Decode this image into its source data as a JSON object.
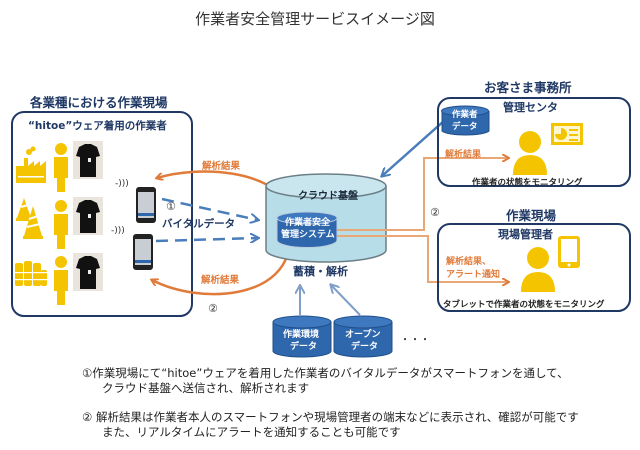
{
  "title": "作業者安全管理サービスイメージ図",
  "left_site": {
    "heading": "各業種における作業現場",
    "box_label": "“hitoe”ウェア着用の作業者",
    "rows": [
      {
        "industry_icon": "factory-icon",
        "worker_icon": "person-icon",
        "photo": "shirt-photo"
      },
      {
        "industry_icon": "traffic-cone-icon",
        "worker_icon": "person-icon",
        "photo": "shirt-photo"
      },
      {
        "industry_icon": "storage-tanks-icon",
        "worker_icon": "person-icon",
        "photo": "shirt-photo"
      }
    ],
    "signal_glyph": "-)))"
  },
  "flow": {
    "result_top": "解析結果",
    "result_bottom": "解析結果",
    "step1": "①",
    "vital_data": "バイタルデータ",
    "step2_left": "②",
    "step2_right": "②"
  },
  "cloud": {
    "label": "クラウド基盤",
    "system_label_line1": "作業者安全",
    "system_label_line2": "管理システム",
    "caption": "蓄積・解析",
    "sources": [
      {
        "line1": "作業環境",
        "line2": "データ"
      },
      {
        "line1": "オープン",
        "line2": "データ"
      }
    ],
    "more": "・・・"
  },
  "office": {
    "heading": "お客さま事務所",
    "box_title": "管理センタ",
    "db_line1": "作業者",
    "db_line2": "データ",
    "result": "解析結果",
    "caption": "作業者の状態をモニタリング"
  },
  "field": {
    "heading": "作業現場",
    "box_title": "現場管理者",
    "result_line1": "解析結果、",
    "result_line2": "アラート通知",
    "caption": "タブレットで作業者の状態をモニタリング"
  },
  "notes": {
    "n1_line1": "①作業現場にて“hitoe”ウェアを着用した作業者のバイタルデータがスマートフォンを通して、",
    "n1_line2": "クラウド基盤へ送信され、解析されます",
    "n2_line1": "② 解析結果は作業者本人のスマートフォンや現場管理者の端末などに表示され、確認が可能です",
    "n2_line2": "また、リアルタイムにアラートを通知することも可能です"
  },
  "colors": {
    "navy": "#1f3864",
    "orange": "#e07b39",
    "yellow": "#f5c400",
    "blue": "#4a7ebb",
    "cloud_fill": "#b7dde8",
    "db_fill": "#2f67ad"
  }
}
